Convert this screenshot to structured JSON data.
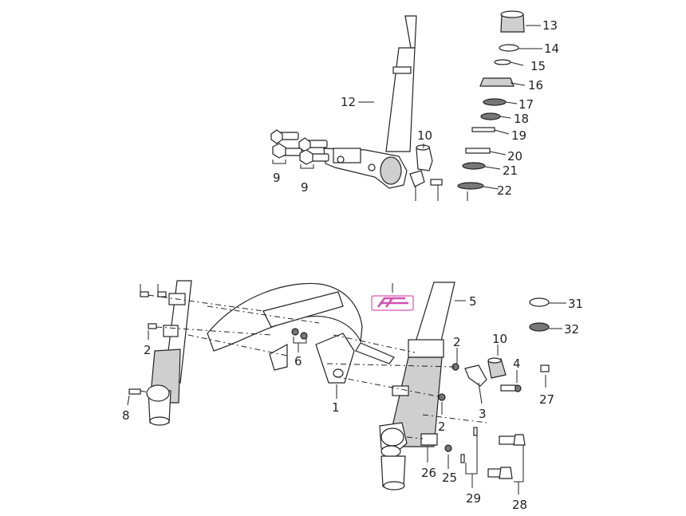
{
  "callouts": {
    "c1": "1",
    "c2a": "2",
    "c2b": "2",
    "c2c": "2",
    "c3": "3",
    "c4": "4",
    "c5": "5",
    "c6": "6",
    "c8": "8",
    "c9a": "9",
    "c9b": "9",
    "c10a": "10",
    "c10b": "10",
    "c12": "12",
    "c13": "13",
    "c14": "14",
    "c15": "15",
    "c16": "16",
    "c17": "17",
    "c18": "18",
    "c19": "19",
    "c20": "20",
    "c21": "21",
    "c22": "22",
    "c25": "25",
    "c26": "26",
    "c27": "27",
    "c28": "28",
    "c29": "29",
    "c31": "31",
    "c32": "32"
  },
  "colors": {
    "line": "#222222",
    "logo": "#d050b0"
  },
  "icons": {
    "logo": "brand-logo-icon"
  }
}
